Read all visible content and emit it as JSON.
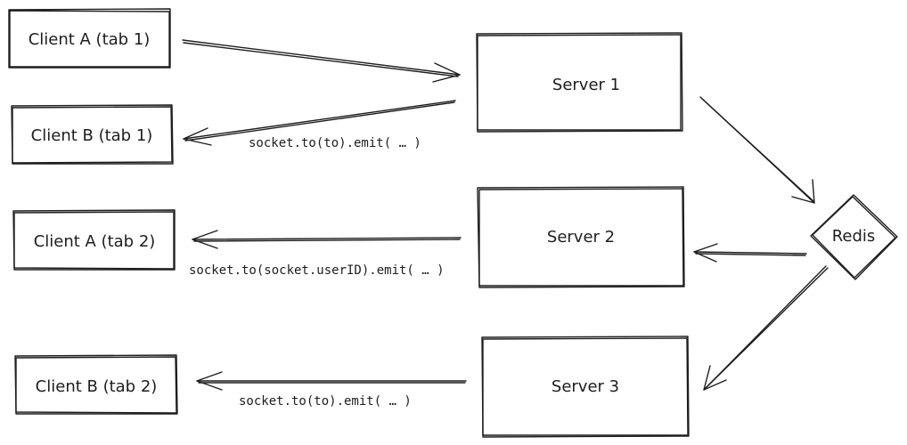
{
  "nodes": {
    "client_a_tab1": "Client A (tab 1)",
    "client_b_tab1": "Client B (tab 1)",
    "client_a_tab2": "Client A (tab 2)",
    "client_b_tab2": "Client B (tab 2)",
    "server1": "Server 1",
    "server2": "Server 2",
    "server3": "Server 3",
    "redis": "Redis"
  },
  "edge_labels": {
    "server1_to_client_b": "socket.to(to).emit( … )",
    "server2_to_client_a": "socket.to(socket.userID).emit( … )",
    "server3_to_client_b": "socket.to(to).emit( … )"
  },
  "colors": {
    "stroke": "#1e1e1e",
    "background": "#ffffff"
  }
}
